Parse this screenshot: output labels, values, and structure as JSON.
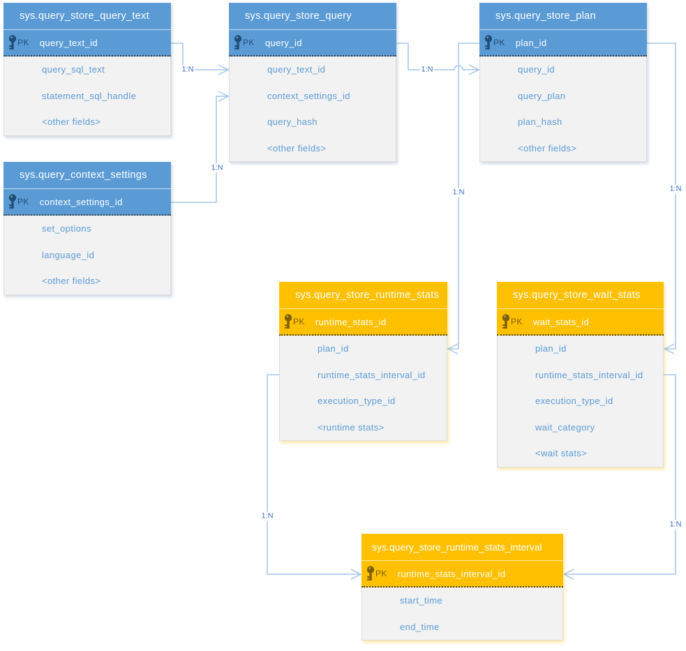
{
  "diagram": {
    "kind": "entity-relationship",
    "colors": {
      "header_blue": "#5B9BD5",
      "header_orange": "#FFC000",
      "body_fill": "#F2F2F2",
      "field_text": "#5B9BD5",
      "pk_text_blue": "#1F4E79",
      "pk_text_orange": "#7F6000",
      "connector": "#A5C6E8",
      "relation_label_text": "#4472C4",
      "title_text": "#FFFFFF"
    },
    "tables": [
      {
        "title": "sys.query_store_query_text",
        "theme": "blue",
        "pk": {
          "badge": "PK",
          "field": "query_text_id"
        },
        "fields": [
          "query_sql_text",
          "statement_sql_handle",
          "<other fields>"
        ]
      },
      {
        "title": "sys.query_store_query",
        "theme": "blue",
        "pk": {
          "badge": "PK",
          "field": "query_id"
        },
        "fields": [
          "query_text_id",
          "context_settings_id",
          "query_hash",
          "<other fields>"
        ]
      },
      {
        "title": "sys.query_store_plan",
        "theme": "blue",
        "pk": {
          "badge": "PK",
          "field": "plan_id"
        },
        "fields": [
          "query_id",
          "query_plan",
          "plan_hash",
          "<other fields>"
        ]
      },
      {
        "title": "sys.query_context_settings",
        "theme": "blue",
        "pk": {
          "badge": "PK",
          "field": "context_settings_id"
        },
        "fields": [
          "set_options",
          "language_id",
          "<other fields>"
        ]
      },
      {
        "title": "sys.query_store_runtime_stats",
        "theme": "orange",
        "pk": {
          "badge": "PK",
          "field": "runtime_stats_id"
        },
        "fields": [
          "plan_id",
          "runtime_stats_interval_id",
          "execution_type_id",
          "<runtime stats>"
        ]
      },
      {
        "title": "sys.query_store_wait_stats",
        "theme": "orange",
        "pk": {
          "badge": "PK",
          "field": "wait_stats_id"
        },
        "fields": [
          "plan_id",
          "runtime_stats_interval_id",
          "execution_type_id",
          "wait_category",
          "<wait stats>"
        ]
      },
      {
        "title": "sys.query_store_runtime_stats_interval",
        "theme": "orange",
        "pk": {
          "badge": "PK",
          "field": "runtime_stats_interval_id"
        },
        "fields": [
          "start_time",
          "end_time"
        ]
      }
    ],
    "relations": [
      {
        "label": "1:N",
        "from": "sys.query_store_query_text.query_text_id",
        "to": "sys.query_store_query.query_text_id"
      },
      {
        "label": "1:N",
        "from": "sys.query_context_settings.context_settings_id",
        "to": "sys.query_store_query.context_settings_id"
      },
      {
        "label": "1:N",
        "from": "sys.query_store_query.query_id",
        "to": "sys.query_store_plan.query_id"
      },
      {
        "label": "1:N",
        "from": "sys.query_store_plan.plan_id",
        "to": "sys.query_store_runtime_stats.plan_id"
      },
      {
        "label": "1:N",
        "from": "sys.query_store_plan.plan_id",
        "to": "sys.query_store_wait_stats.plan_id"
      },
      {
        "label": "1:N",
        "from": "sys.query_store_runtime_stats.runtime_stats_interval_id",
        "to": "sys.query_store_runtime_stats_interval.runtime_stats_interval_id"
      },
      {
        "label": "1:N",
        "from": "sys.query_store_wait_stats.runtime_stats_interval_id",
        "to": "sys.query_store_runtime_stats_interval.runtime_stats_interval_id"
      }
    ]
  }
}
